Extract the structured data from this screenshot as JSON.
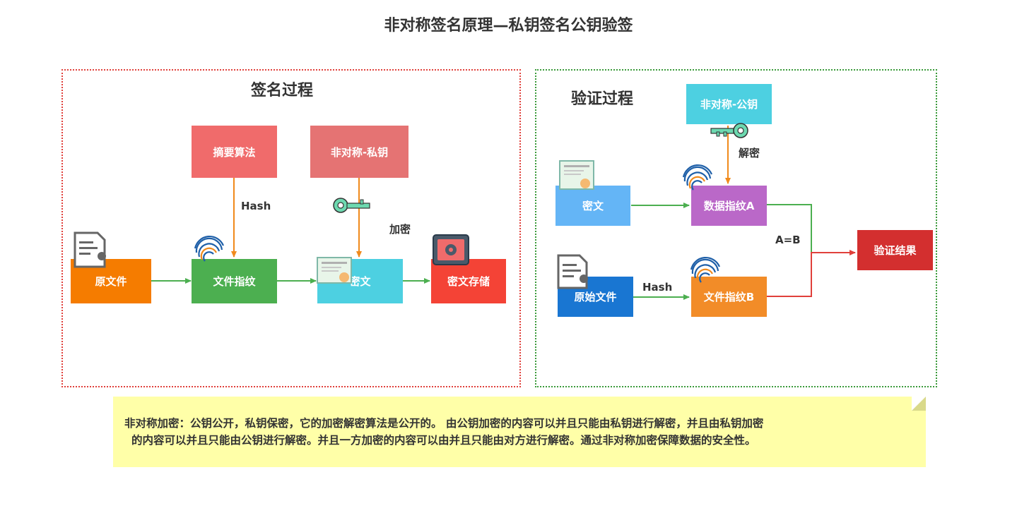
{
  "title": "非对称签名原理—私钥签名公钥验签",
  "sign": {
    "section_title": "签名过程",
    "digest_algo": "摘要算法",
    "private_key": "非对称-私钥",
    "original_file": "原文件",
    "file_fingerprint": "文件指纹",
    "ciphertext": "密文",
    "cipher_storage": "密文存储",
    "hash_label": "Hash",
    "encrypt_label": "加密"
  },
  "verify": {
    "section_title": "验证过程",
    "public_key": "非对称-公钥",
    "decrypt_label": "解密",
    "ciphertext": "密文",
    "fingerprint_a": "数据指纹A",
    "original_file": "原始文件",
    "hash_label": "Hash",
    "fingerprint_b": "文件指纹B",
    "equal_label": "A=B",
    "result": "验证结果"
  },
  "note": {
    "line1": "非对称加密：公钥公开，私钥保密，它的加密解密算法是公开的。 由公钥加密的内容可以并且只能由私钥进行解密，并且由私钥加密",
    "line2": "的内容可以并且只能由公钥进行解密。并且一方加密的内容可以由并且只能由对方进行解密。通过非对称加密保障数据的安全性。"
  },
  "colors": {
    "sign_border": "#e0403b",
    "verify_border": "#3a9a3a",
    "arrow_green": "#4caf50",
    "arrow_orange": "#f08a1c",
    "arrow_red": "#e0403b",
    "digest_algo": "#f06b6b",
    "private_key": "#e57373",
    "original_file": "#f57c00",
    "file_fingerprint": "#4caf50",
    "ciphertext": "#4dd0e1",
    "cipher_storage": "#f44336",
    "public_key": "#4dd0e1",
    "verify_ciphertext": "#64b5f6",
    "fingerprint_a": "#ba68c8",
    "original_file_verify": "#1976d2",
    "fingerprint_b": "#f28c28",
    "result": "#d32f2f",
    "note_bg": "#ffffa8"
  },
  "icons": [
    "document-icon",
    "fingerprint-icon",
    "key-icon",
    "certificate-icon",
    "safe-icon"
  ]
}
